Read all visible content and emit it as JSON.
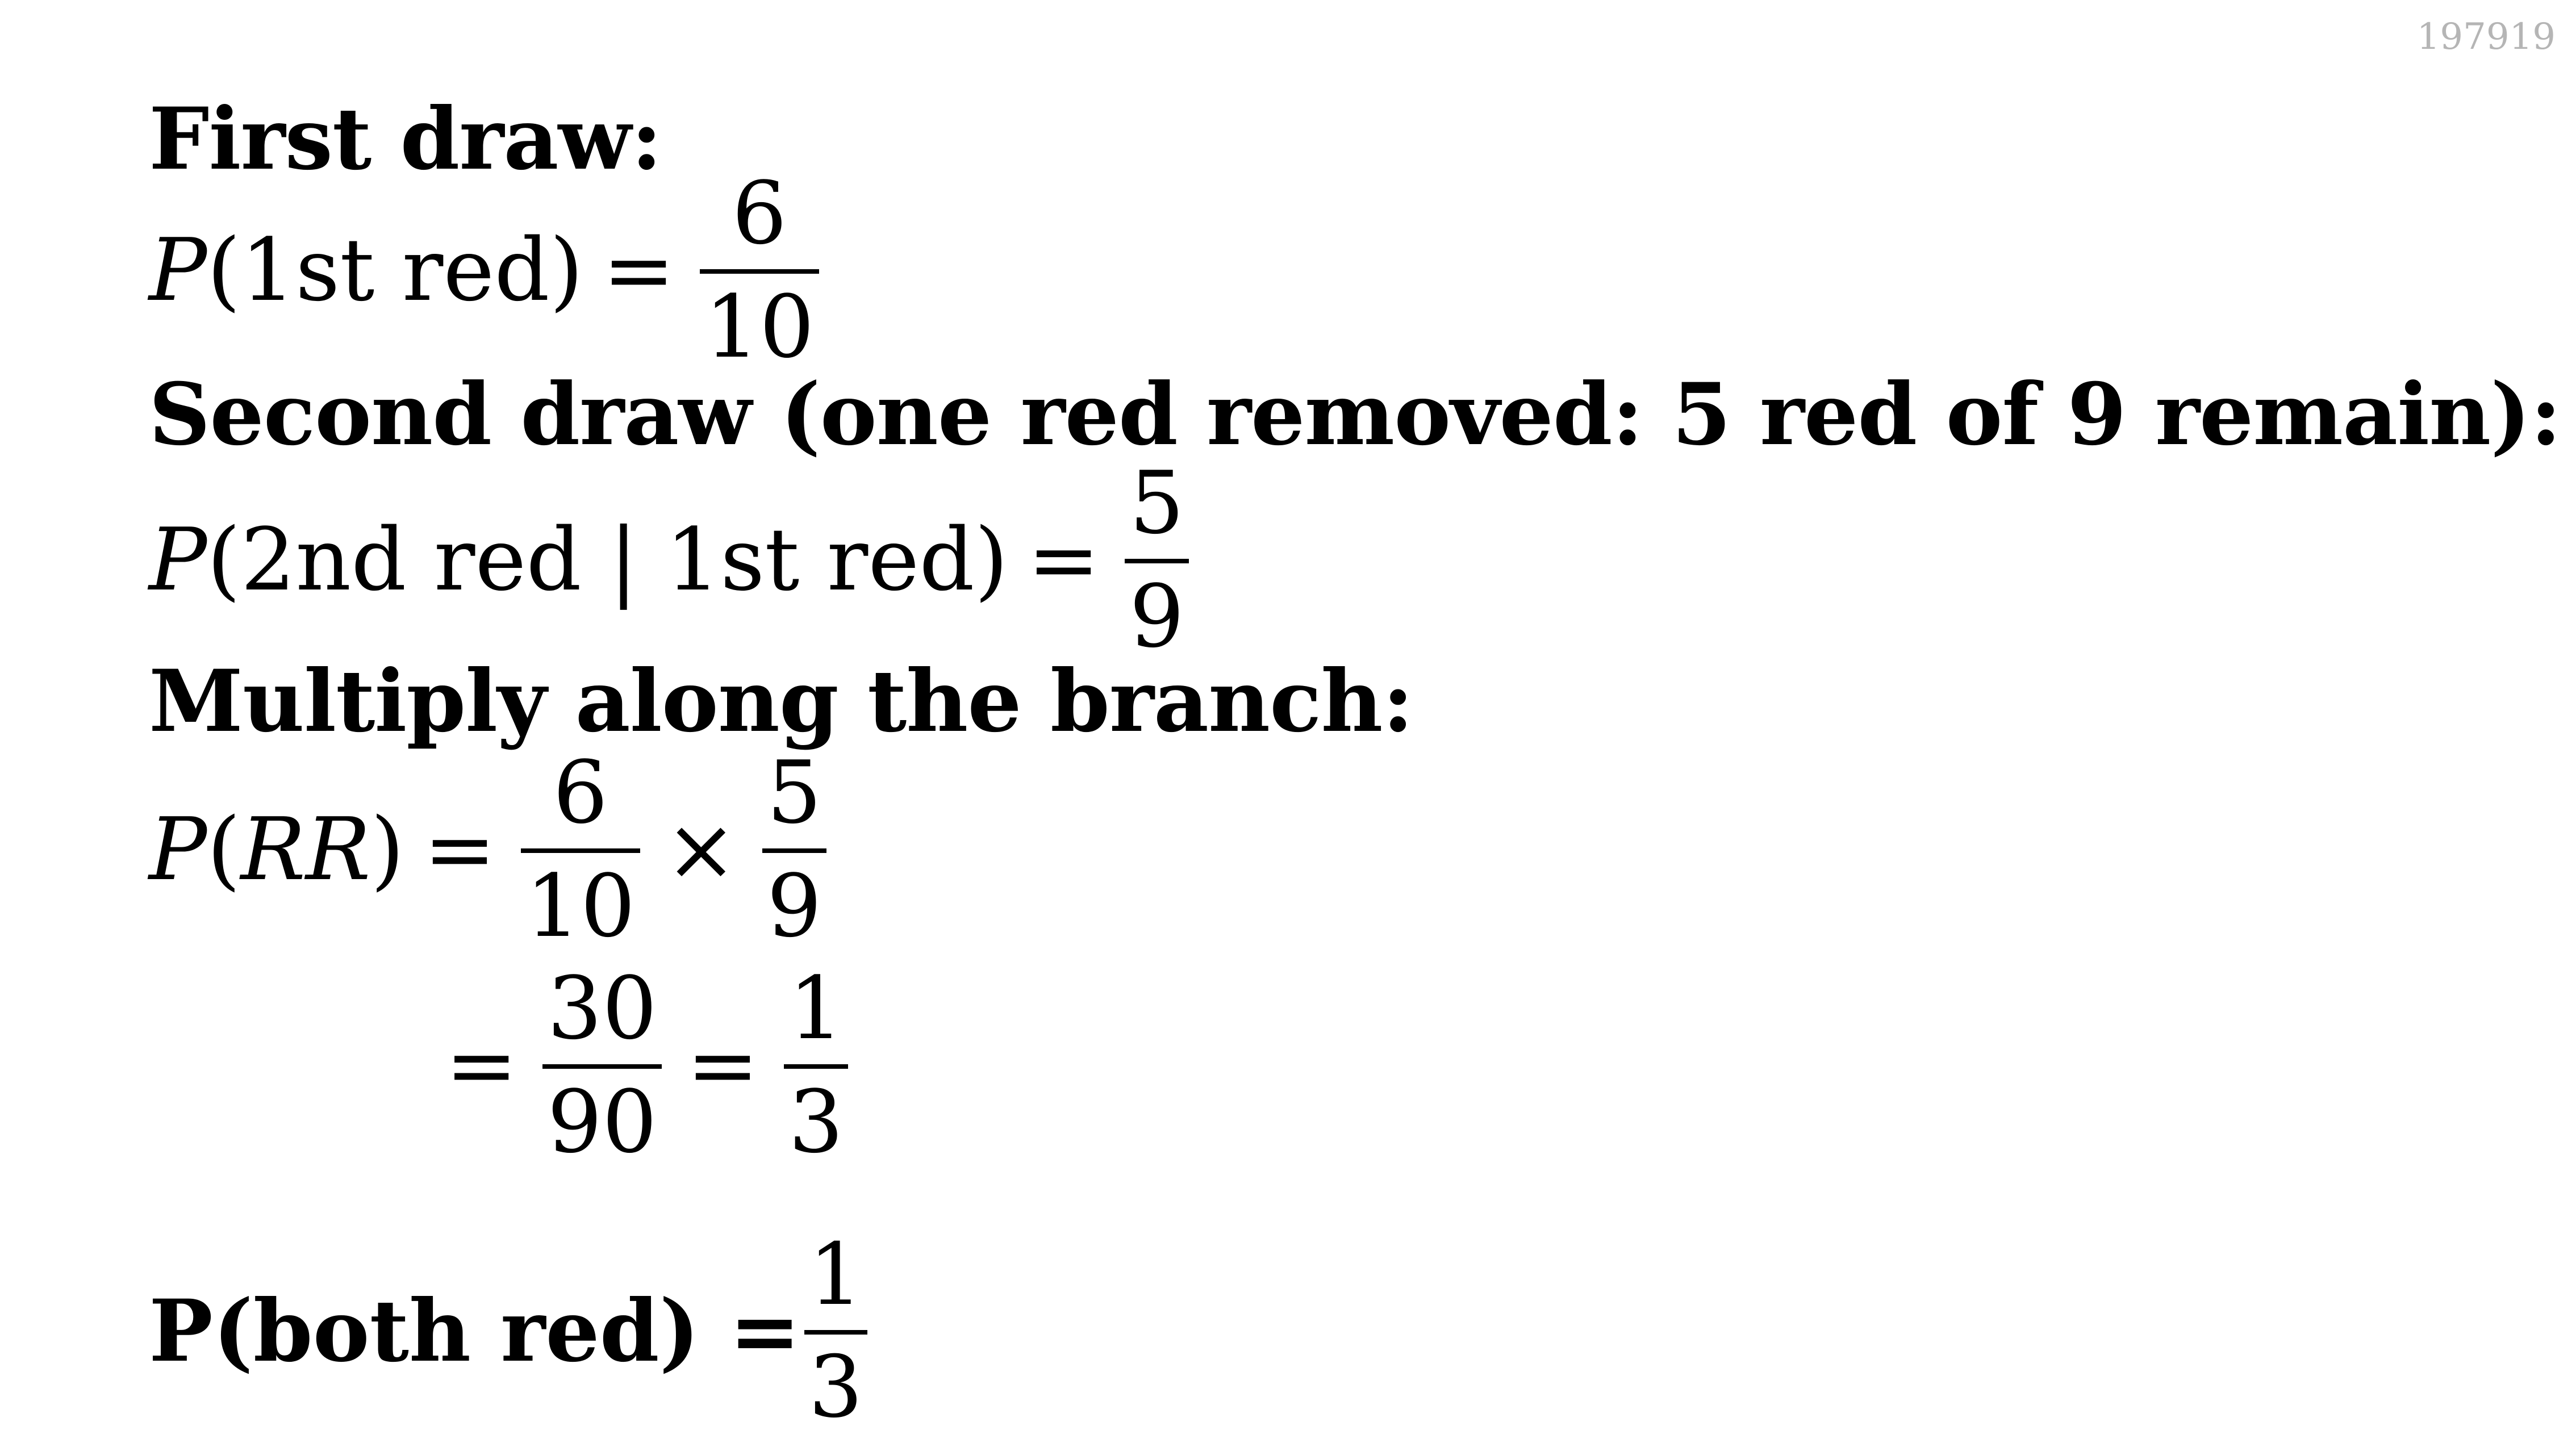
{
  "page_id": "197919",
  "sections": {
    "first": {
      "heading": "First draw:",
      "lhs_p": "P",
      "lhs_arg": "(1st red)",
      "eq": "=",
      "num": "6",
      "den": "10"
    },
    "second": {
      "heading": "Second draw (one red removed: 5 red of 9 remain):",
      "lhs_p": "P",
      "lhs_arg": "(2nd red | 1st red)",
      "eq": "=",
      "num": "5",
      "den": "9"
    },
    "multiply": {
      "heading": "Multiply along the branch:",
      "lhs_p": "P",
      "lhs_open": "(",
      "lhs_rr": "RR",
      "lhs_close": ")",
      "eq": "=",
      "f1_num": "6",
      "f1_den": "10",
      "times": "×",
      "f2_num": "5",
      "f2_den": "9",
      "eq2": "=",
      "f3_num": "30",
      "f3_den": "90",
      "eq3": "=",
      "f4_num": "1",
      "f4_den": "3"
    },
    "final": {
      "label": "P(both red) =",
      "num": "1",
      "den": "3"
    }
  }
}
